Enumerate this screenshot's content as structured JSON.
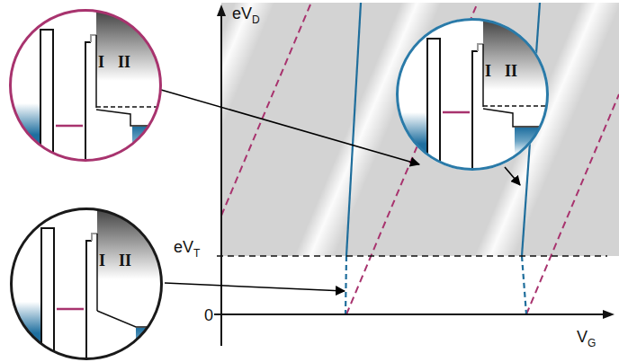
{
  "diagram": {
    "nodes": [
      {
        "text": [
          "I",
          "II"
        ]
      },
      {
        "text": [
          "I",
          "II"
        ]
      },
      {
        "text": [
          "I",
          "II"
        ]
      }
    ],
    "labels": [
      "eV",
      "D",
      "eV",
      "T",
      "0",
      "V",
      "G"
    ]
  }
}
